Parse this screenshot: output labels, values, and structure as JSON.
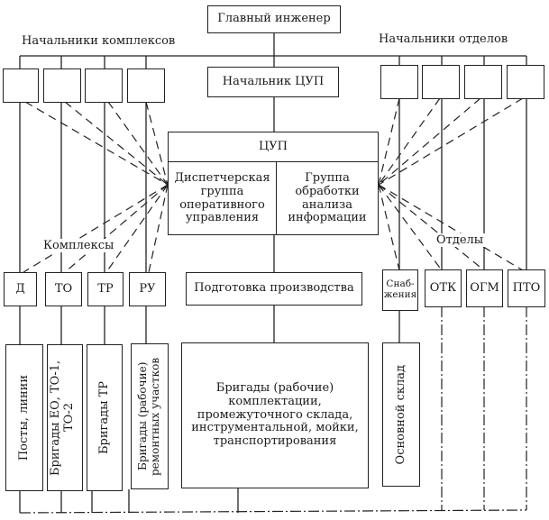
{
  "diagram": {
    "type": "org-structure",
    "top": {
      "chief_engineer": "Главный инженер"
    },
    "labels": {
      "complex_heads": "Начальники комплексов",
      "department_heads": "Начальники отделов",
      "complexes": "Комплексы",
      "departments": "Отделы"
    },
    "cup_head": "Начальник ЦУП",
    "cup": {
      "title": "ЦУП",
      "dispatch_group": "Диспетчерская группа оперативного управления",
      "analysis_group": "Группа обработки анализа информации"
    },
    "complex_units": [
      "Д",
      "ТО",
      "ТР",
      "РУ"
    ],
    "production_prep": "Подготовка производства",
    "department_units": [
      "Снаб-жения",
      "ОТК",
      "ОГМ",
      "ПТО"
    ],
    "complex_brigades": [
      "Посты, линии",
      "Бригады ЕО, ТО-1, ТО-2",
      "Бригады ТР",
      "Бригады (рабочие) ремонтных участков"
    ],
    "prep_brigades": "Бригады (рабочие) комплектации, промежуточного склада, инструментальной, мойки, транспортирования",
    "main_warehouse": "Основной склад"
  }
}
